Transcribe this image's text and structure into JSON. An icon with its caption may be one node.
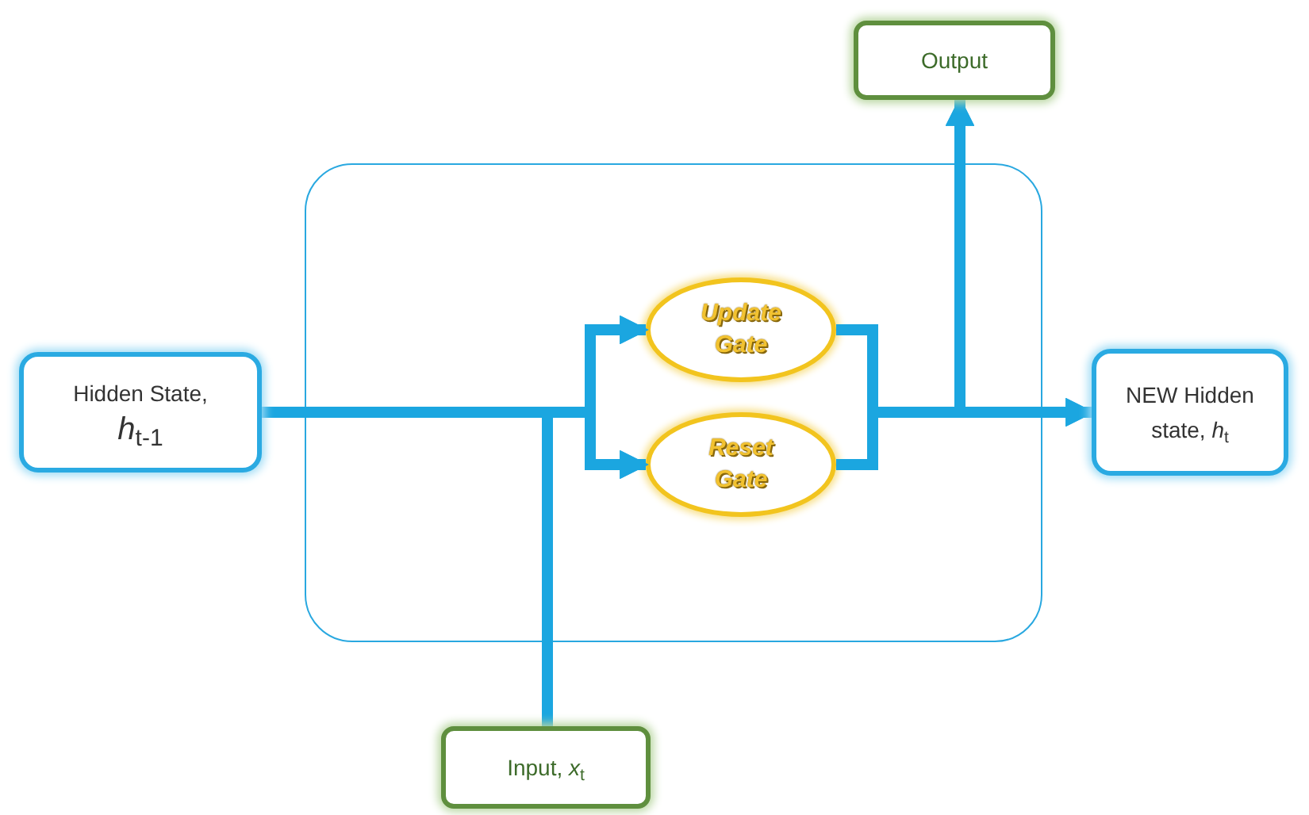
{
  "diagram": {
    "nodes": [
      {
        "text": [],
        "shape": "box"
      },
      {
        "text": [
          "Hidden State,",
          "*h*$_{t-1}$"
        ]
      },
      {
        "text": [
          "Update Gate"
        ],
        "in": 0
      },
      {
        "text": [
          "Reset Gate"
        ],
        "in": 0
      },
      {
        "text": [
          "Output"
        ]
      },
      {
        "text": [
          "NEW Hidden state, *h*$_{t}$"
        ]
      },
      {
        "text": [
          "Input, *x*$_{t}$"
        ]
      }
    ],
    "edges": [
      {
        "from": 1,
        "to": 2,
        "arrow": "to"
      },
      {
        "from": 1,
        "to": 3,
        "arrow": "to"
      },
      {
        "from": 6,
        "to": 2,
        "arrow": "to"
      },
      {
        "from": 6,
        "to": 3,
        "arrow": "to"
      },
      {
        "from": 2,
        "to": 5,
        "arrow": "to"
      },
      {
        "from": 3,
        "to": 5,
        "arrow": "to"
      },
      {
        "from": 2,
        "to": 4,
        "arrow": "to"
      },
      {
        "from": 3,
        "to": 4,
        "arrow": "to"
      }
    ]
  }
}
